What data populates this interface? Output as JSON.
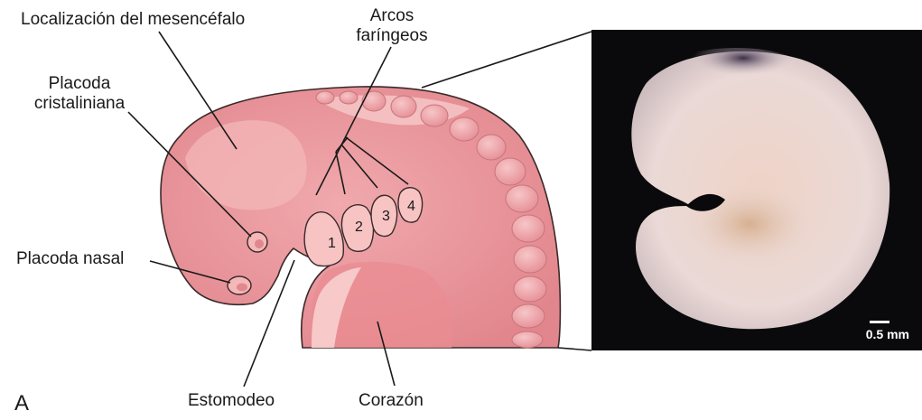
{
  "labels": {
    "mesencephalon": "Localización del mesencéfalo",
    "pharyngeal_arches": "Arcos\nfaríngeos",
    "lens_placode": "Placoda\ncristaliniana",
    "nasal_placode": "Placoda nasal",
    "stomodeum": "Estomodeo",
    "heart": "Corazón",
    "panel": "A"
  },
  "arch_numbers": [
    "1",
    "2",
    "3",
    "4"
  ],
  "scale_bar": "0.5 mm",
  "colors": {
    "embryo_fill": "#e9949a",
    "embryo_light": "#f4c0c0",
    "embryo_outline": "#3a2a2a",
    "somite": "#f2a8ad",
    "photo_background": "#0a0a0c",
    "photo_embryo": "#ecdcd8",
    "photo_dark_region": "#3a2f4a"
  }
}
